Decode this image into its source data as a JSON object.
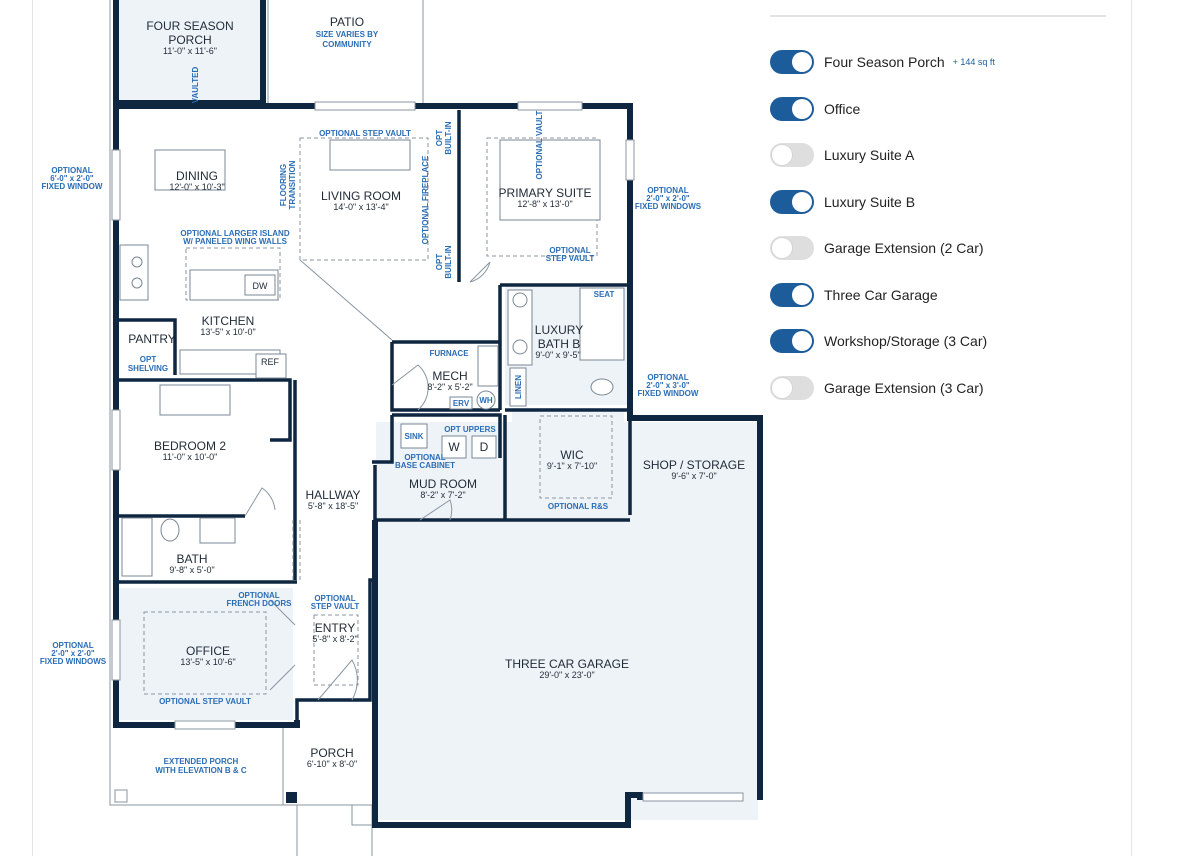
{
  "options": [
    {
      "label": "Four Season Porch",
      "extra": "+ 144 sq ft",
      "on": true
    },
    {
      "label": "Office",
      "extra": "",
      "on": true
    },
    {
      "label": "Luxury Suite A",
      "extra": "",
      "on": false
    },
    {
      "label": "Luxury Suite B",
      "extra": "",
      "on": true
    },
    {
      "label": "Garage Extension (2 Car)",
      "extra": "",
      "on": false
    },
    {
      "label": "Three Car Garage",
      "extra": "",
      "on": true
    },
    {
      "label": "Workshop/Storage (3 Car)",
      "extra": "",
      "on": true
    },
    {
      "label": "Garage Extension (3 Car)",
      "extra": "",
      "on": false
    }
  ],
  "plan": {
    "four_season_porch": {
      "name": "FOUR SEASON",
      "name2": "PORCH",
      "dim": "11'-0\" x 11'-6\"",
      "vaulted": "VAULTED"
    },
    "patio": {
      "name": "PATIO",
      "note1": "SIZE VARIES BY",
      "note2": "COMMUNITY"
    },
    "dining": {
      "name": "DINING",
      "dim": "12'-0\" x 10'-3\""
    },
    "window_dining": {
      "l1": "OPTIONAL",
      "l2": "6'-0\" x 2'-0\"",
      "l3": "FIXED WINDOW"
    },
    "flooring": {
      "l1": "FLOORING",
      "l2": "TRANSITION"
    },
    "living": {
      "name": "LIVING ROOM",
      "dim": "14'-0\" x 13'-4\"",
      "vault": "OPTIONAL STEP VAULT",
      "fireplace": "OPTIONAL FIREPLACE"
    },
    "builtin_top": {
      "l1": "OPT",
      "l2": "BUILT-IN"
    },
    "builtin_bottom": {
      "l1": "OPT",
      "l2": "BUILT-IN"
    },
    "primary": {
      "name": "PRIMARY SUITE",
      "dim": "12'-8\" x 13'-0\"",
      "vault_top": "OPTIONAL VAULT",
      "vault1": "OPTIONAL",
      "vault2": "STEP VAULT"
    },
    "window_primary": {
      "l1": "OPTIONAL",
      "l2": "2'-0\" x 2'-0\"",
      "l3": "FIXED WINDOWS"
    },
    "island": {
      "l1": "OPTIONAL LARGER ISLAND",
      "l2": "W/ PANELED WING WALLS",
      "dw": "DW"
    },
    "kitchen": {
      "name": "KITCHEN",
      "dim": "13'-5\" x 10'-0\"",
      "ref": "REF"
    },
    "pantry": {
      "name": "PANTRY",
      "opt1": "OPT",
      "opt2": "SHELVING"
    },
    "luxury_bath": {
      "name1": "LUXURY",
      "name2": "BATH B",
      "dim": "9'-0\" x 9'-5\"",
      "seat": "SEAT"
    },
    "mech": {
      "name": "MECH",
      "dim": "8'-2\" x 5'-2\"",
      "furnace": "FURNACE",
      "erv": "ERV",
      "wh": "WH"
    },
    "linen": "LINEN",
    "window_bath": {
      "l1": "OPTIONAL",
      "l2": "2'-0\" x 3'-0\"",
      "l3": "FIXED WINDOW"
    },
    "bedroom2": {
      "name": "BEDROOM 2",
      "dim": "11'-0\" x 10'-0\""
    },
    "laundry": {
      "sink": "SINK",
      "uppers": "OPT UPPERS",
      "w": "W",
      "d": "D",
      "base1": "OPTIONAL",
      "base2": "BASE CABINET"
    },
    "wic": {
      "name": "WIC",
      "dim": "9'-1\" x 7'-10\"",
      "rs": "OPTIONAL R&S"
    },
    "shop": {
      "name": "SHOP / STORAGE",
      "dim": "9'-6\" x 7'-0\""
    },
    "hallway": {
      "name": "HALLWAY",
      "dim": "5'-8\" x 18'-5\""
    },
    "mudroom": {
      "name": "MUD ROOM",
      "dim": "8'-2\" x 7'-2\""
    },
    "bath": {
      "name": "BATH",
      "dim": "9'-8\" x 5'-0\""
    },
    "french": {
      "l1": "OPTIONAL",
      "l2": "FRENCH DOORS"
    },
    "entry": {
      "name": "ENTRY",
      "dim": "5'-8\" x 8'-2\"",
      "v1": "OPTIONAL",
      "v2": "STEP VAULT"
    },
    "office": {
      "name": "OFFICE",
      "dim": "13'-5\" x 10'-6\"",
      "vault": "OPTIONAL STEP VAULT"
    },
    "window_office": {
      "l1": "OPTIONAL",
      "l2": "2'-0\" x 2'-0\"",
      "l3": "FIXED WINDOWS"
    },
    "garage": {
      "name": "THREE CAR GARAGE",
      "dim": "29'-0\" x 23'-0\""
    },
    "ext_porch": {
      "l1": "EXTENDED PORCH",
      "l2": "WITH ELEVATION B & C"
    },
    "porch": {
      "name": "PORCH",
      "dim": "6'-10\" x 8'-0\""
    }
  },
  "colors": {
    "accent": "#1d5c9a",
    "wall": "#0f2640",
    "room_fill": "#eef3f8",
    "note": "#2a6db5"
  }
}
